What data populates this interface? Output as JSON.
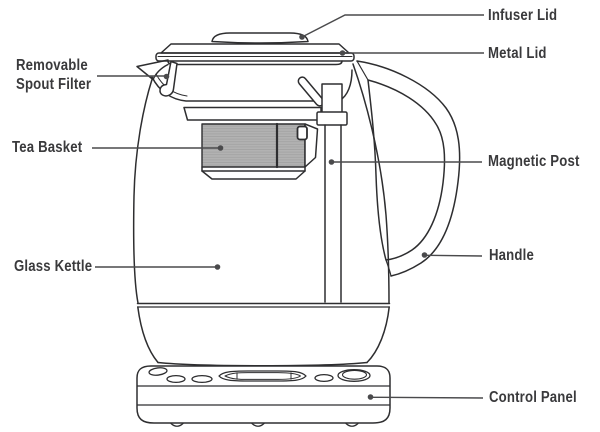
{
  "labels": {
    "left": [
      {
        "id": "removable-spout-filter",
        "text": "Removable\nSpout Filter"
      },
      {
        "id": "tea-basket",
        "text": "Tea Basket"
      },
      {
        "id": "glass-kettle",
        "text": "Glass Kettle"
      }
    ],
    "right": [
      {
        "id": "infuser-lid",
        "text": "Infuser Lid"
      },
      {
        "id": "metal-lid",
        "text": "Metal Lid"
      },
      {
        "id": "magnetic-post",
        "text": "Magnetic Post"
      },
      {
        "id": "handle",
        "text": "Handle"
      },
      {
        "id": "control-panel",
        "text": "Control Panel"
      }
    ]
  },
  "colors": {
    "background": "#ffffff",
    "line_art": "#2e2e30",
    "label_text": "#3a3a3c",
    "leader_line": "#4a4a4c",
    "tea_basket_fill": "#b2b2b2"
  }
}
